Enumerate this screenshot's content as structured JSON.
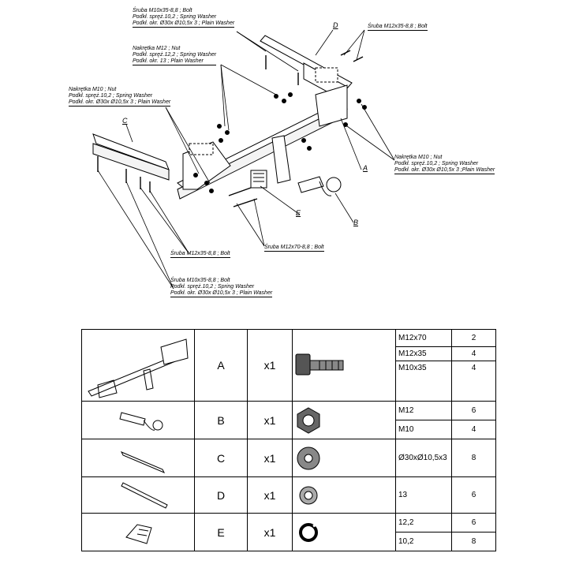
{
  "callouts": {
    "top_left": [
      "Śruba M10x35-8,8 ;  Bolt",
      "Podkł. spręż.10,2 ; Spring Washer",
      "Podkł. okr.  Ø30x Ø10,5x 3 ; Plain Washer"
    ],
    "mid_left": [
      "Nakrętka  M12 ; Nut",
      "Podkł. spręż.12,2 ; Spring Washer",
      "Podkł. okr. 13 ; Plain Washer"
    ],
    "far_left": [
      "Nakrętka  M10 ; Nut",
      "Podkł. spręż.10,2 ; Spring Washer",
      "Podkł. okr.  Ø30x Ø10,5x 3 ; Plain Washer"
    ],
    "top_right": [
      "Śruba M12x35-8,8 ;  Bolt"
    ],
    "right": [
      "Nakrętka  M10 ; Nut",
      "Podkł. spręż.10,2 ; Spring Washer",
      "Podkł. okr.  Ø30x Ø10,5x 3 ;Plain Washer"
    ],
    "bolt_m12x35": [
      "Śruba M12x35-8,8 ;  Bolt"
    ],
    "bolt_m12x70": [
      "Śruba M12x70-8,8 ;  Bolt"
    ],
    "bottom": [
      "Śruba M10x35-8,8 ;  Bolt",
      "Podkł. spręż.10,2 ; Spring Washer",
      "Podkł. okr.  Ø30x Ø10,5x 3 ; Plain Washer"
    ]
  },
  "letters": {
    "a": "A",
    "b": "B",
    "c": "C",
    "d": "D",
    "e": "E"
  },
  "parts": [
    {
      "code": "A",
      "qty": "x1"
    },
    {
      "code": "B",
      "qty": "x1"
    },
    {
      "code": "C",
      "qty": "x1"
    },
    {
      "code": "D",
      "qty": "x1"
    },
    {
      "code": "E",
      "qty": "x1"
    }
  ],
  "hardware": [
    {
      "icon": "bolt-icon",
      "items": [
        {
          "size": "M12x70",
          "count": "2"
        },
        {
          "size": "M12x35",
          "count": "4"
        },
        {
          "size": "M10x35",
          "count": "4"
        }
      ]
    },
    {
      "icon": "nut-icon",
      "items": [
        {
          "size": "M12",
          "count": "6"
        },
        {
          "size": "M10",
          "count": "4"
        }
      ]
    },
    {
      "icon": "plain-washer-large-icon",
      "items": [
        {
          "size": "Ø30xØ10,5x3",
          "count": "8"
        }
      ]
    },
    {
      "icon": "plain-washer-small-icon",
      "items": [
        {
          "size": "13",
          "count": "6"
        }
      ]
    },
    {
      "icon": "spring-washer-icon",
      "items": [
        {
          "size": "12,2",
          "count": "6"
        },
        {
          "size": "10,2",
          "count": "8"
        }
      ]
    }
  ]
}
